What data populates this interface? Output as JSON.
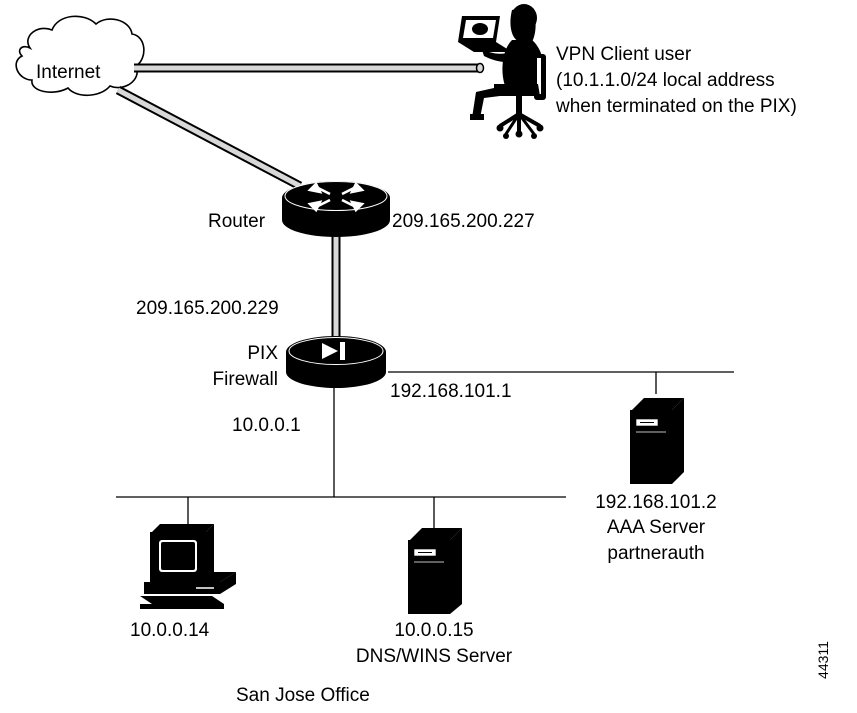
{
  "internet": {
    "label": "Internet"
  },
  "vpn_client": {
    "lines": [
      "VPN Client user",
      "(10.1.1.0/24 local address",
      "when terminated on the PIX)"
    ]
  },
  "router": {
    "label": "Router",
    "outside_ip": "209.165.200.227"
  },
  "pix": {
    "outside_ip": "209.165.200.229",
    "label_line1": "PIX",
    "label_line2": "Firewall",
    "dmz_ip": "192.168.101.1",
    "inside_ip": "10.0.0.1"
  },
  "aaa_server": {
    "ip": "192.168.101.2",
    "role": "AAA Server",
    "hostname": "partnerauth"
  },
  "workstation": {
    "ip": "10.0.0.14"
  },
  "dns_server": {
    "ip": "10.0.0.15",
    "role": "DNS/WINS Server"
  },
  "caption": "San Jose Office",
  "figure_id": "44311"
}
